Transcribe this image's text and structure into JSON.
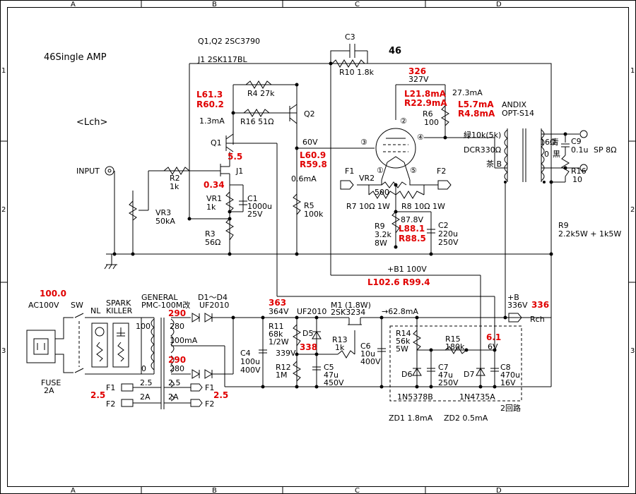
{
  "title": "46Single AMP",
  "channel": "<Lch>",
  "grid": {
    "cols": [
      "A",
      "B",
      "C",
      "D"
    ],
    "rows": [
      "1",
      "2",
      "3"
    ]
  },
  "parts_note": {
    "transistors": "Q1,Q2 2SC3790",
    "fet": "J1 2SK117BL"
  },
  "labels": {
    "c3": "C3",
    "r10": "R10 1.8k",
    "tube": "46",
    "v326": "326",
    "v327": "327V",
    "l61": "L61.3",
    "r60": "R60.2",
    "r4": "R4 27k",
    "i13": "1.3mA",
    "r16": "R16 51Ω",
    "q2": "Q2",
    "q1": "Q1",
    "v55": "5.5",
    "v60": "60V",
    "l609": "L60.9",
    "r598": "R59.8",
    "l218": "L21.8mA",
    "r229": "R22.9mA",
    "i273": "27.3mA",
    "l57": "L5.7mA",
    "r48": "R4.8mA",
    "r6": "R6",
    "r6v": "100",
    "andix": "ANDIX",
    "opt": "OPT-S14",
    "green": "緑10k(5k)",
    "dcr": "DCR330Ω",
    "brown": "茶 B",
    "imp16": "16Ω",
    "blue": "青",
    "c9": "C9",
    "c9v": "0.1u",
    "sp": "SP 8Ω",
    "zero": "0",
    "black": "黒",
    "r16b": "R16",
    "r16bv": "10",
    "input": "INPUT",
    "r2": "R2",
    "r2v": "1k",
    "j1": "J1",
    "v034": "0.34",
    "vr1": "VR1",
    "vr1v": "1k",
    "c1": "C1",
    "c1v": "1000u",
    "c1v2": "25V",
    "i06": "0.6mA",
    "r5": "R5",
    "r5v": "100k",
    "vr3": "VR3",
    "vr3v": "50kA",
    "r3": "R3",
    "r3v": "56Ω",
    "f1": "F1",
    "f2": "F2",
    "vr2": "VR2",
    "vr2v": "500",
    "pin1": "①",
    "pin2": "②",
    "pin3": "③",
    "pin4": "④",
    "pin5": "⑤",
    "r7": "R7 10Ω 1W",
    "r8": "R8 10Ω 1W",
    "v878": "87.8V",
    "r9": "R9",
    "r9v": "3.2k",
    "r9w": "8W",
    "l881": "L88.1",
    "r885": "R88.5",
    "c2": "C2",
    "c2v": "220u",
    "c2w": "250V",
    "r9b": "R9",
    "r9bv": "2.2k5W + 1k5W",
    "b1": "+B1 100V",
    "l1026": "L102.6  R99.4",
    "v100": "100.0",
    "ac": "AC100V",
    "sw": "SW",
    "nl": "NL",
    "spark": "SPARK",
    "killer": "KILLER",
    "general": "GENERAL",
    "pmc": "PMC-100M改",
    "d14": "D1～D4",
    "uf": "UF2010",
    "t100": "100",
    "t0": "0",
    "v290a": "290",
    "t280a": "280",
    "t100ma": "100mA",
    "v290b": "290",
    "t280b": "280",
    "t25a": "2.5",
    "t25b": "2.5",
    "t2a": "2A",
    "t2b": "2A",
    "f1a": "F1",
    "f2a": "F2",
    "f1b": "F1",
    "f2b": "F2",
    "red25a": "2.5",
    "red25b": "2.5",
    "fuse": "FUSE",
    "fuse2a": "2A",
    "v363": "363",
    "v364": "364V",
    "uf2010": "UF2010",
    "m1": "M1 (1.8W)",
    "m1v": "2SK3234",
    "i628": "→62.8mA",
    "c4": "C4",
    "c4v": "100u",
    "c4w": "400V",
    "r11": "R11",
    "r11v": "68k",
    "r11w": "1/2W",
    "d5": "D5",
    "v339": "339V",
    "v338": "338",
    "r13": "R13",
    "r13v": "1k",
    "c5": "C5",
    "c5v": "47u",
    "c5w": "450V",
    "r12": "R12",
    "r12v": "1M",
    "c6": "C6",
    "c6v": "10u",
    "c6w": "400V",
    "r14": "R14",
    "r14v": "56k",
    "r14w": "5W",
    "r15": "R15",
    "r15v": "180k",
    "v61": "6.1",
    "v6": "6V",
    "d6": "D6",
    "c7": "C7",
    "c7v": "47u",
    "c7w": "250V",
    "d7": "D7",
    "c8": "C8",
    "c8v": "470u",
    "c8w": "16V",
    "zd1": "1N5378B",
    "zd2": "1N4735A",
    "dup": "2回路",
    "zdnote1": "ZD1 1.8mA",
    "zdnote2": "ZD2 0.5mA",
    "b": "+B",
    "v336": "336V",
    "v336r": "336",
    "rch": "Rch"
  }
}
